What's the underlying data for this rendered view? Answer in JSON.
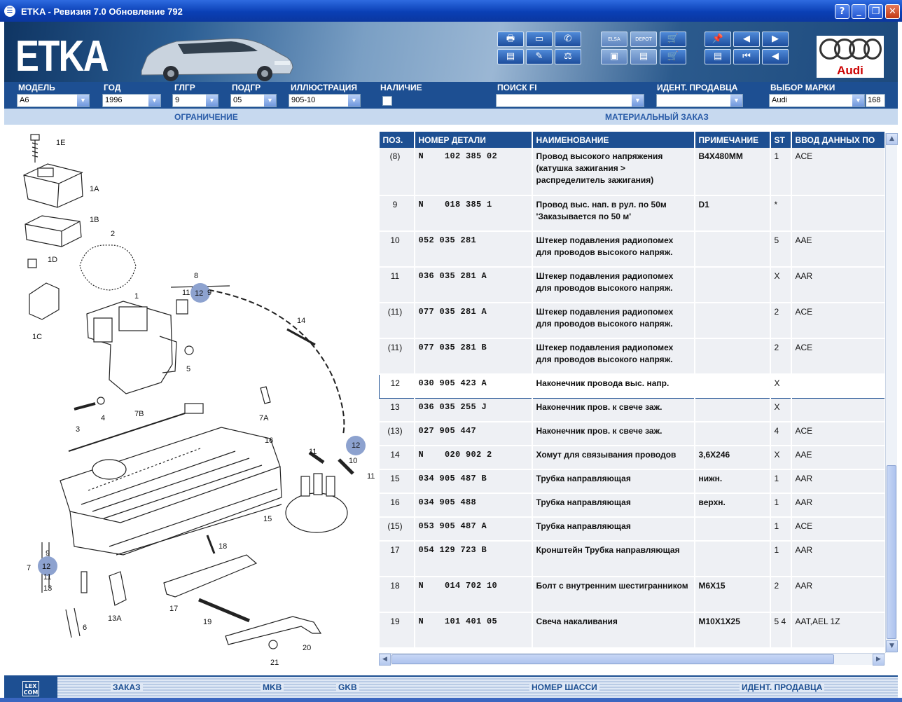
{
  "window": {
    "title": "ETKA - Ревизия 7.0 Обновление 792",
    "help": "?",
    "minimize": "_",
    "restore": "❐",
    "close": "✕"
  },
  "banner": {
    "logo": "ETKA",
    "brand_word": "Audi"
  },
  "toolbar": {
    "g1": [
      "🖶",
      "▭",
      "✆",
      "▤",
      "✎",
      "⚖"
    ],
    "g2": [
      "ELSA",
      "DEPOT",
      "🛒",
      "▣",
      "▤",
      "🛒"
    ],
    "g3": [
      "📌",
      "◀",
      "▤",
      "▶",
      "⏮",
      "◀"
    ]
  },
  "filters": {
    "model": {
      "label": "МОДЕЛЬ",
      "value": "A6"
    },
    "year": {
      "label": "ГОД",
      "value": "1996"
    },
    "glgr": {
      "label": "ГЛГР",
      "value": "9"
    },
    "podgr": {
      "label": "ПОДГР",
      "value": "05"
    },
    "illus": {
      "label": "ИЛЛЮСТРАЦИЯ",
      "value": "905-10"
    },
    "avail": {
      "label": "НАЛИЧИЕ"
    },
    "search": {
      "label": "ПОИСК FI",
      "value": ""
    },
    "dealer": {
      "label": "ИДЕНТ. ПРОДАВЦА",
      "value": ""
    },
    "brand": {
      "label": "ВЫБОР МАРКИ",
      "value": "Audi",
      "count": "168"
    }
  },
  "subbar": {
    "left": "ОГРАНИЧЕНИЕ",
    "right": "МАТЕРИАЛЬНЫЙ ЗАКАЗ"
  },
  "table": {
    "headers": [
      "ПОЗ.",
      "НОМЕР ДЕТАЛИ",
      "НАИМЕНОВАНИЕ",
      "ПРИМЕЧАНИЕ",
      "ST",
      "ВВОД ДАННЫХ ПО"
    ],
    "rows": [
      {
        "pos": "(8)",
        "part": "N    102 385 02",
        "name": "Провод высокого напряжения (катушка зажигания >  распределитель зажигания)",
        "note": "B4X480MM",
        "st": "1",
        "input": "ACE"
      },
      {
        "pos": "9",
        "part": "N    018 385 1",
        "name": "Провод выс. нап. в рул. по 50м 'Заказывается по 50 м'",
        "note": "D1",
        "st": "*",
        "input": ""
      },
      {
        "pos": "10",
        "part": "052 035 281",
        "name": "Штекер подавления радиопомех для проводов высокого напряж.",
        "note": "",
        "st": "5",
        "input": "AAE"
      },
      {
        "pos": "11",
        "part": "036 035 281 A",
        "name": "Штекер подавления радиопомех для проводов высокого напряж.",
        "note": "",
        "st": "X",
        "input": "AAR"
      },
      {
        "pos": "(11)",
        "part": "077 035 281 A",
        "name": "Штекер подавления радиопомех для проводов высокого напряж.",
        "note": "",
        "st": "2",
        "input": "ACE"
      },
      {
        "pos": "(11)",
        "part": "077 035 281 B",
        "name": "Штекер подавления радиопомех для проводов высокого напряж.",
        "note": "",
        "st": "2",
        "input": "ACE"
      },
      {
        "pos": "12",
        "part": "030 905 423 A",
        "name": "Наконечник провода выс. напр.",
        "note": "",
        "st": "X",
        "input": ""
      },
      {
        "pos": "13",
        "part": "036 035 255 J",
        "name": "Наконечник пров. к свече заж.",
        "note": "",
        "st": "X",
        "input": ""
      },
      {
        "pos": "(13)",
        "part": "027 905 447",
        "name": "Наконечник пров. к свече заж.",
        "note": "",
        "st": "4",
        "input": "ACE"
      },
      {
        "pos": "14",
        "part": "N    020 902 2",
        "name": "Хомут для связывания проводов",
        "note": "3,6X246",
        "st": "X",
        "input": "AAE"
      },
      {
        "pos": "15",
        "part": "034 905 487 B",
        "name": "Трубка направляющая",
        "note": "нижн.",
        "st": "1",
        "input": "AAR"
      },
      {
        "pos": "16",
        "part": "034 905 488",
        "name": "Трубка направляющая",
        "note": "верхн.",
        "st": "1",
        "input": "AAR"
      },
      {
        "pos": "(15)",
        "part": "053 905 487 A",
        "name": "Трубка направляющая",
        "note": "",
        "st": "1",
        "input": "ACE"
      },
      {
        "pos": "17",
        "part": "054 129 723 B",
        "name": "Кронштейн Трубка направляющая",
        "note": "",
        "st": "1",
        "input": "AAR"
      },
      {
        "pos": "18",
        "part": "N    014 702 10",
        "name": "Болт с внутренним шестигранником",
        "note": "M6X15",
        "st": "2",
        "input": "AAR"
      },
      {
        "pos": "19",
        "part": "N    101 401 05",
        "name": "Свеча накаливания",
        "note": "M10X1X25",
        "st": "5 4",
        "input": "AAT,AEL 1Z"
      }
    ]
  },
  "illustration": {
    "labels": [
      "1E",
      "1A",
      "1B",
      "1D",
      "1C",
      "2",
      "1",
      "5",
      "14",
      "8",
      "11",
      "12",
      "9",
      "3",
      "4",
      "7B",
      "7A",
      "16",
      "12",
      "11",
      "10",
      "11",
      "15",
      "18",
      "7",
      "9",
      "12",
      "11",
      "13",
      "13A",
      "17",
      "6",
      "19",
      "20",
      "21"
    ]
  },
  "bottom": {
    "logo": "LEX COM",
    "order": "ЗАКАЗ",
    "mkb": "MKB",
    "gkb": "GKB",
    "chassis": "НОМЕР ШАССИ",
    "dealer": "ИДЕНТ. ПРОДАВЦА"
  }
}
